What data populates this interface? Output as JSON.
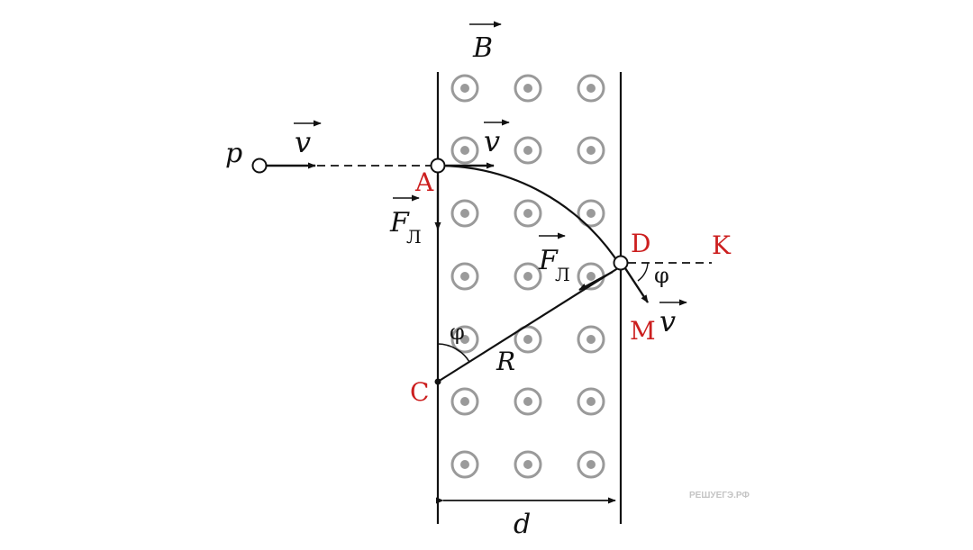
{
  "diagram": {
    "labels": {
      "field": "B",
      "particle": "p",
      "velocity_in": "v",
      "velocity_top": "v",
      "velocity_out": "v",
      "force_top": "F",
      "force_top_sub": "Л",
      "force_mid": "F",
      "force_mid_sub": "Л",
      "radius": "R",
      "width": "d",
      "angle_c": "φ",
      "angle_d": "φ",
      "point_a": "A",
      "point_c": "C",
      "point_d": "D",
      "point_k": "K",
      "point_m": "M"
    },
    "watermark": "РЕШУЕГЭ.РФ",
    "colors": {
      "ink": "#111111",
      "point_label": "#cc1f1f",
      "field_symbol": "#9a9a9a",
      "watermark": "#c4c4c4"
    },
    "field_symbol": "dot-in-circle (field out of page)"
  }
}
